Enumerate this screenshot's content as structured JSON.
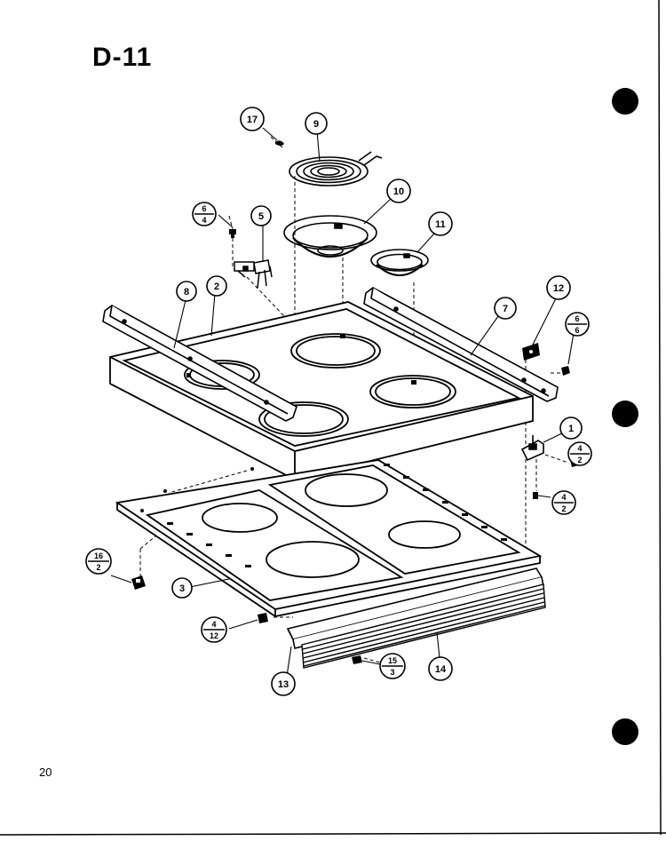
{
  "page": {
    "title": "D-11",
    "page_number": "20"
  },
  "callouts": {
    "c1": "1",
    "c2": "2",
    "c3": "3",
    "c5": "5",
    "c7": "7",
    "c8": "8",
    "c9": "9",
    "c10": "10",
    "c11": "11",
    "c12": "12",
    "c13": "13",
    "c14": "14",
    "c17": "17"
  },
  "fraction_callouts": {
    "f6_4": {
      "top": "6",
      "bottom": "4"
    },
    "f6_6": {
      "top": "6",
      "bottom": "6"
    },
    "f4_2a": {
      "top": "4",
      "bottom": "2"
    },
    "f4_2b": {
      "top": "4",
      "bottom": "2"
    },
    "f16_2": {
      "top": "16",
      "bottom": "2"
    },
    "f4_12": {
      "top": "4",
      "bottom": "12"
    },
    "f15_3": {
      "top": "15",
      "bottom": "3"
    }
  }
}
